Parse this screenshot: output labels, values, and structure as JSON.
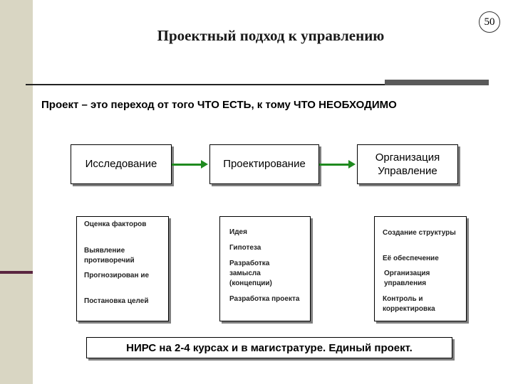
{
  "slide_number": "50",
  "title": "Проектный подход к управлению",
  "definition": "Проект – это переход от того ЧТО ЕСТЬ, к тому ЧТО НЕОБХОДИМО",
  "stages": [
    {
      "label": "Исследование"
    },
    {
      "label": "Проектирование"
    },
    {
      "label": "Организация\nУправление"
    }
  ],
  "details": [
    {
      "items": [
        "Оценка факторов",
        "Выявление противоречий",
        "Прогнозирован ие",
        "Постановка целей"
      ]
    },
    {
      "items": [
        "Идея",
        "Гипотеза",
        "Разработка замысла (концепции)",
        "Разработка проекта"
      ]
    },
    {
      "items": [
        "Создание структуры",
        "Её обеспечение",
        "Организация управления",
        "Контроль и корректировка"
      ]
    }
  ],
  "footer": "НИРС на 2-4 курсах и в магистратуре. Единый проект.",
  "colors": {
    "arrow": "#1f8a1f",
    "side_panel": "#d9d6c3",
    "side_accent": "#5a2640"
  }
}
